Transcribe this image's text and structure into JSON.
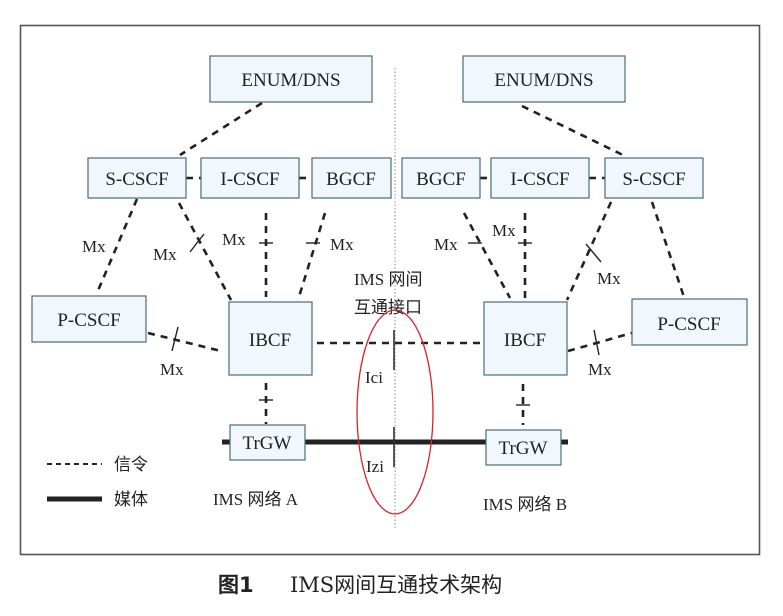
{
  "diagram": {
    "title": "IMS网间互通技术架构",
    "figure_label": "图1",
    "network_a": {
      "label": "IMS 网络 A",
      "nodes": {
        "enum_dns": "ENUM/DNS",
        "s_cscf": "S-CSCF",
        "i_cscf": "I-CSCF",
        "bgcf": "BGCF",
        "p_cscf": "P-CSCF",
        "ibcf": "IBCF",
        "trgw": "TrGW"
      }
    },
    "network_b": {
      "label": "IMS 网络 B",
      "nodes": {
        "enum_dns": "ENUM/DNS",
        "s_cscf": "S-CSCF",
        "i_cscf": "I-CSCF",
        "bgcf": "BGCF",
        "p_cscf": "P-CSCF",
        "ibcf": "IBCF",
        "trgw": "TrGW"
      }
    },
    "interface_labels": {
      "mx": "Mx",
      "ici": "Ici",
      "izi": "Izi",
      "interconnect_line1": "IMS 网间",
      "interconnect_line2": "互通接口"
    },
    "legend": {
      "signaling": "信令",
      "media": "媒体"
    },
    "colors": {
      "box_fill": "#f0f8fd",
      "box_stroke": "#4a6b80",
      "highlight_ellipse": "#d9232a",
      "line": "#222222"
    }
  }
}
